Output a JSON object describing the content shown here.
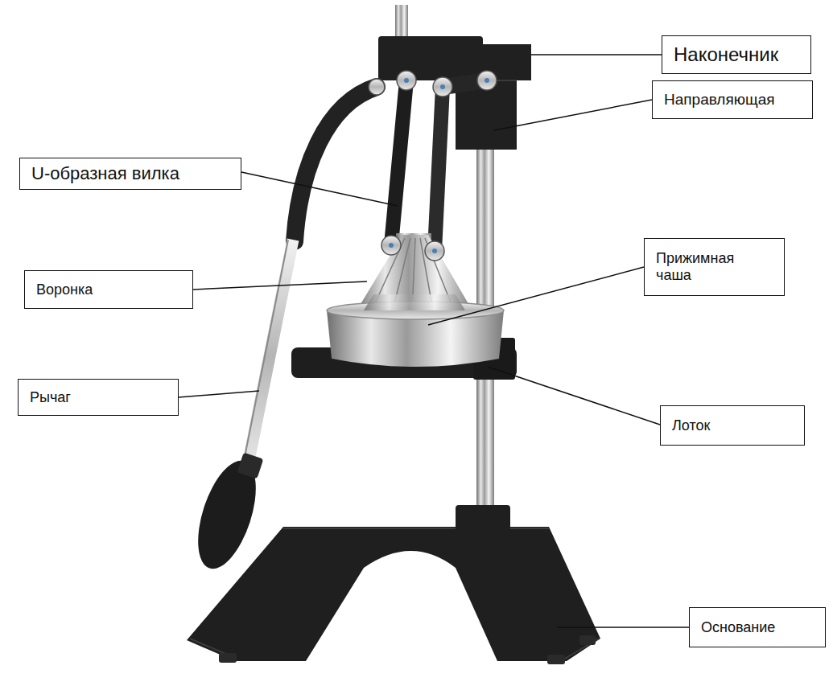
{
  "diagram": {
    "nodes": [
      {
        "text": [
          "Наконечник"
        ]
      },
      {
        "text": [
          "U-образная вилка"
        ]
      },
      {
        "text": [
          "Направляющая"
        ]
      },
      {
        "text": [
          "Прижимная чаша"
        ]
      },
      {
        "text": [
          "Воронка"
        ]
      },
      {
        "text": [
          "Рычаг"
        ]
      },
      {
        "text": [
          "Лоток"
        ]
      },
      {
        "text": [
          "Основание"
        ]
      }
    ]
  }
}
